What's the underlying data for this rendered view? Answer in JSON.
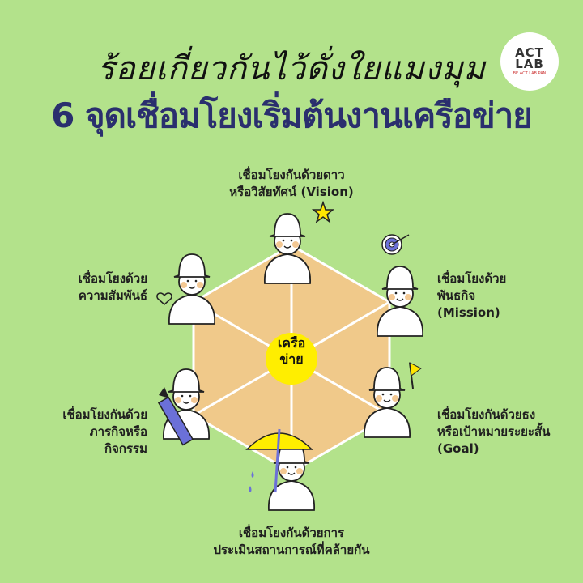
{
  "header": {
    "title_line1": "ร้อยเกี่ยวกันไว้ดั่งใยแมงมุม",
    "title_line2": "6 จุดเชื่อมโยงเริ่มต้นงานเครือข่าย"
  },
  "logo": {
    "line1": "ACT",
    "line2": "LAB",
    "tagline": "BE ACT LAB PAN"
  },
  "center": {
    "line1": "เครือ",
    "line2": "ข่าย",
    "color": "#ffee00"
  },
  "colors": {
    "background": "#b3e28b",
    "hexagon": "#f0c98a",
    "title": "#2a2f6e"
  },
  "connections": [
    {
      "id": "vision",
      "line1": "เชื่อมโยงกันด้วยดาว",
      "line2": "หรือวิสัยทัศน์ (Vision)",
      "icon": "star-icon"
    },
    {
      "id": "mission",
      "line1": "เชื่อมโยงด้วย",
      "line2": "พันธกิจ",
      "line3": "(Mission)",
      "icon": "target-icon"
    },
    {
      "id": "goal",
      "line1": "เชื่อมโยงกันด้วยธง",
      "line2": "หรือเป้าหมายระยะสั้น",
      "line3": "(Goal)",
      "icon": "flag-icon"
    },
    {
      "id": "situation",
      "line1": "เชื่อมโยงกันด้วยการ",
      "line2": "ประเมินสถานการณ์ที่คล้ายกัน",
      "icon": "umbrella-icon"
    },
    {
      "id": "activity",
      "line1": "เชื่อมโยงกันด้วย",
      "line2": "ภารกิจหรือ",
      "line3": "กิจกรรม",
      "icon": "pencil-icon"
    },
    {
      "id": "relationship",
      "line1": "เชื่อมโยงด้วย",
      "line2": "ความสัมพันธ์",
      "icon": "heart-icon"
    }
  ]
}
